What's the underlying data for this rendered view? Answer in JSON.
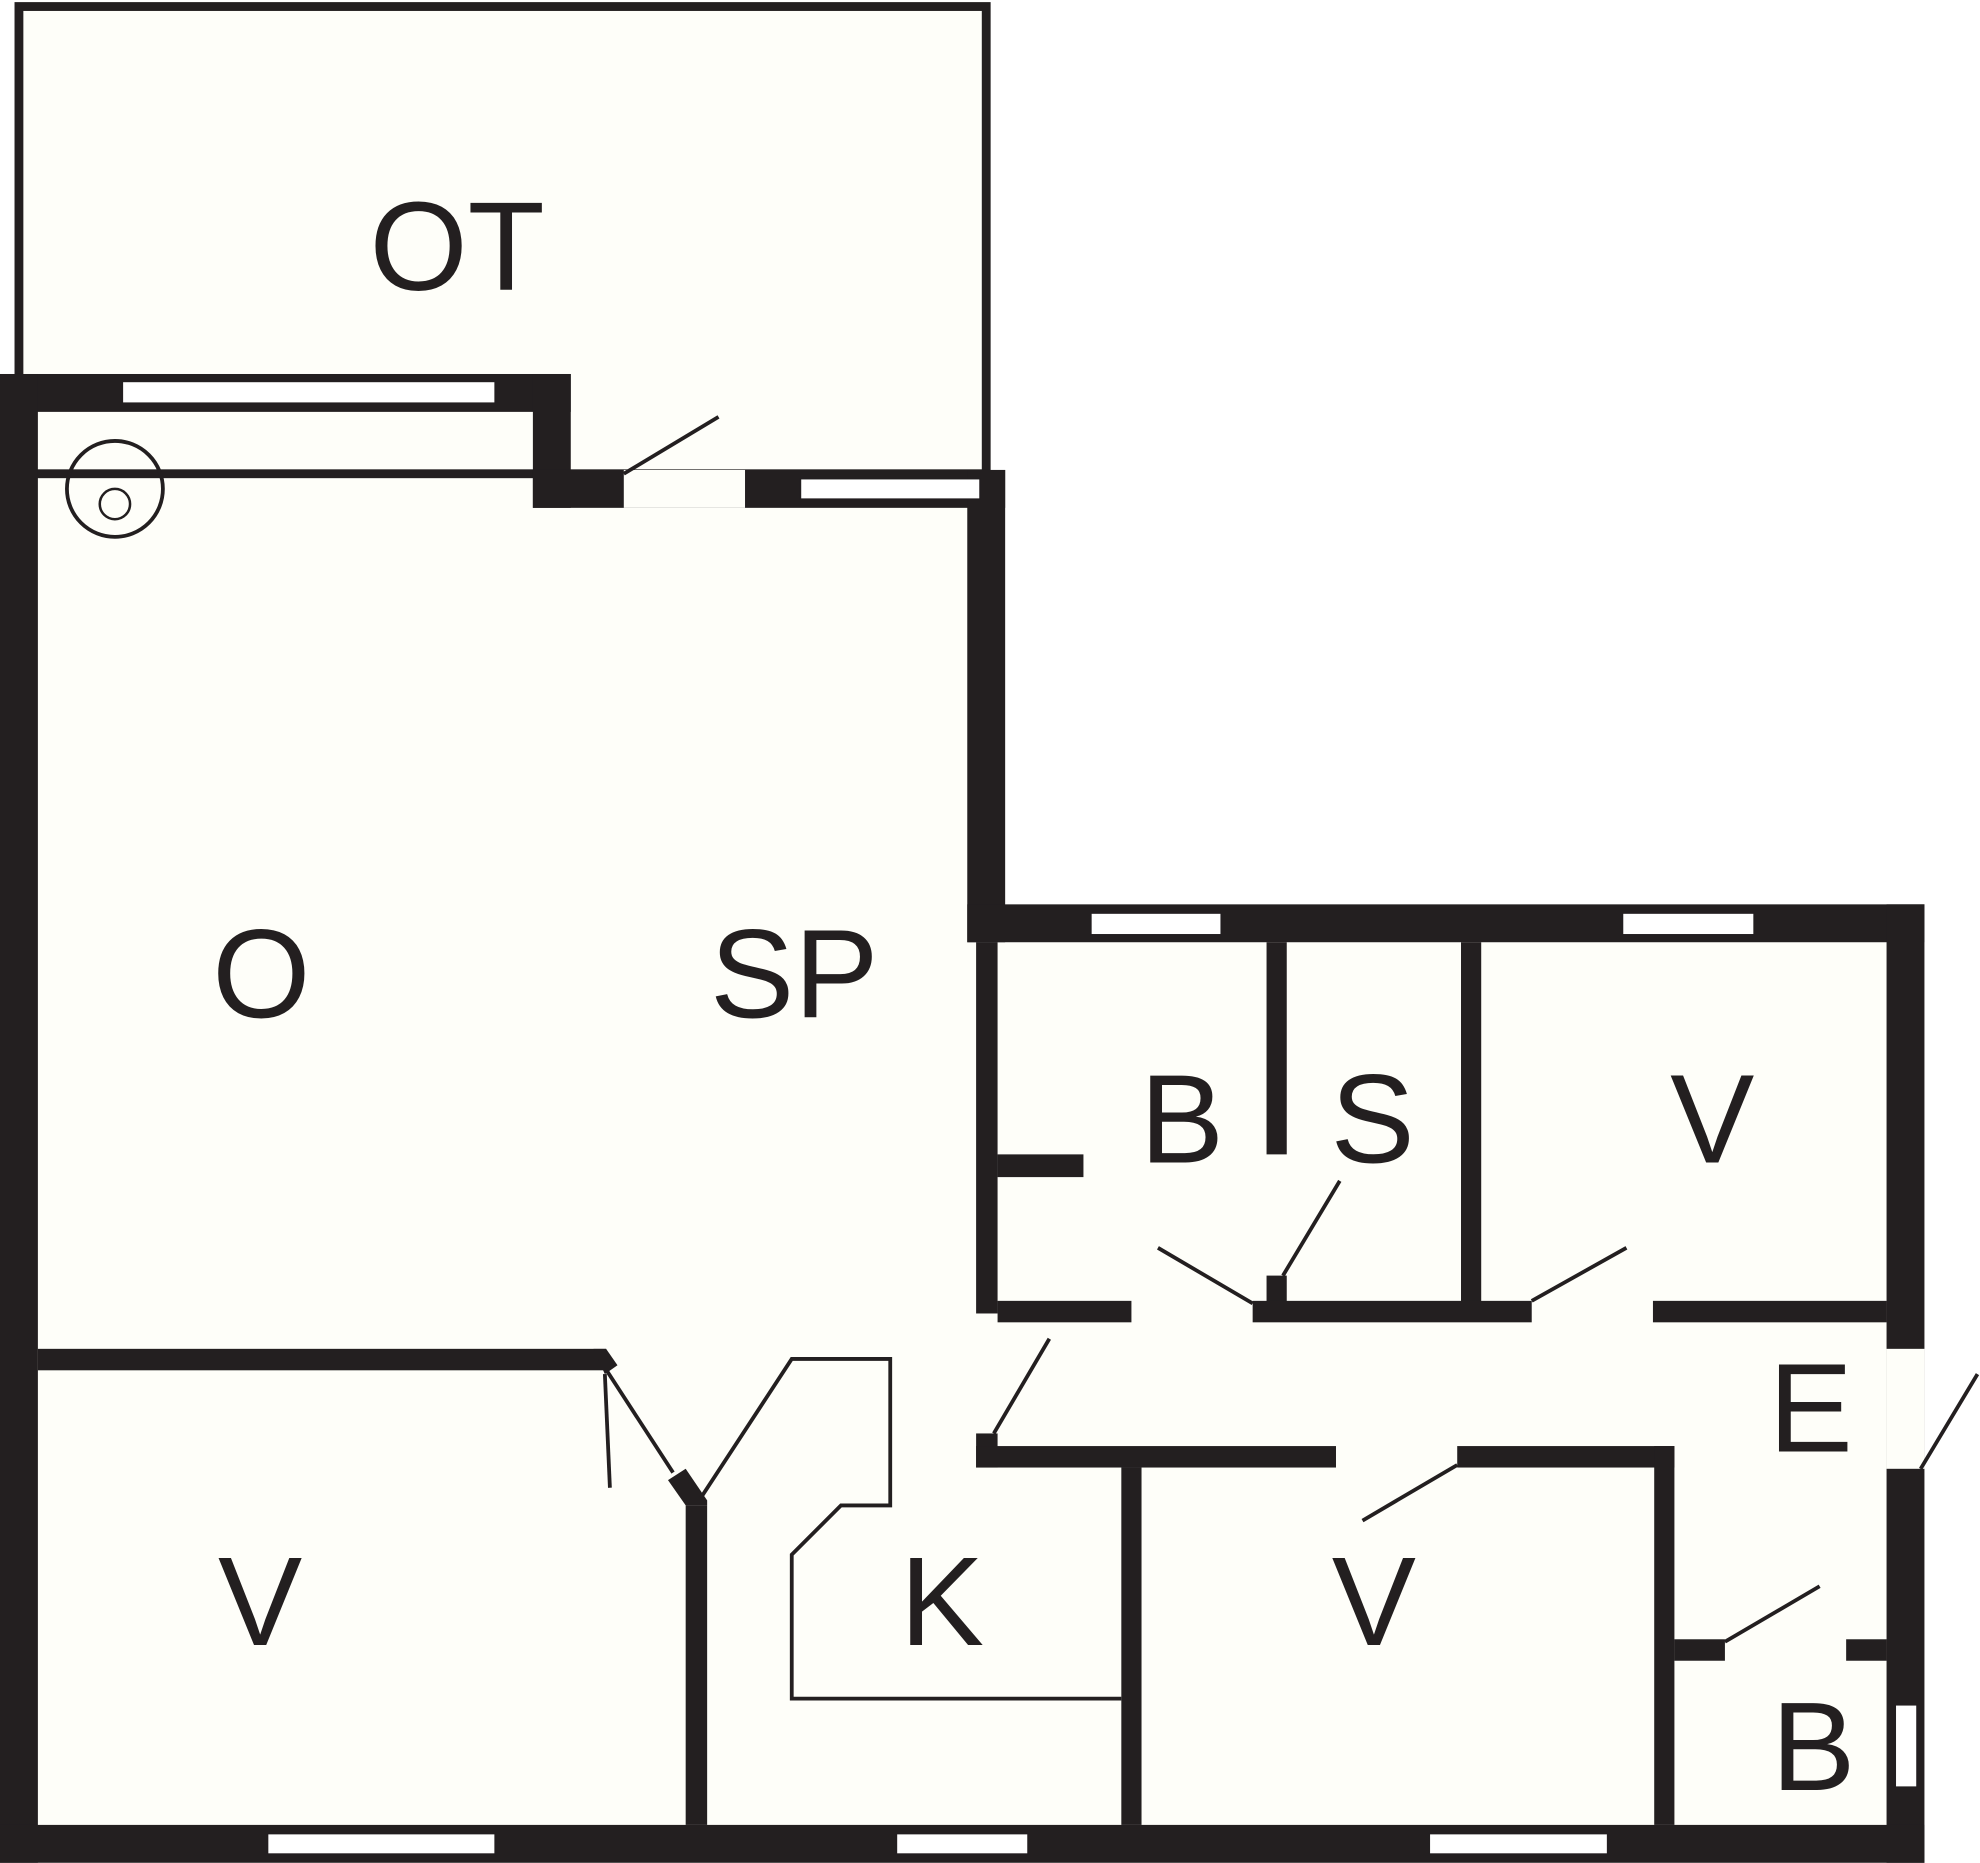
{
  "rooms": [
    {
      "id": "ot",
      "label": "OT"
    },
    {
      "id": "o",
      "label": "O"
    },
    {
      "id": "sp",
      "label": "SP"
    },
    {
      "id": "b1",
      "label": "B"
    },
    {
      "id": "s",
      "label": "S"
    },
    {
      "id": "v1",
      "label": "V"
    },
    {
      "id": "v2",
      "label": "V"
    },
    {
      "id": "k",
      "label": "K"
    },
    {
      "id": "v3",
      "label": "V"
    },
    {
      "id": "e",
      "label": "E"
    },
    {
      "id": "b2",
      "label": "B"
    }
  ],
  "colors": {
    "wall": "#231f20",
    "floor": "#fefef9"
  }
}
